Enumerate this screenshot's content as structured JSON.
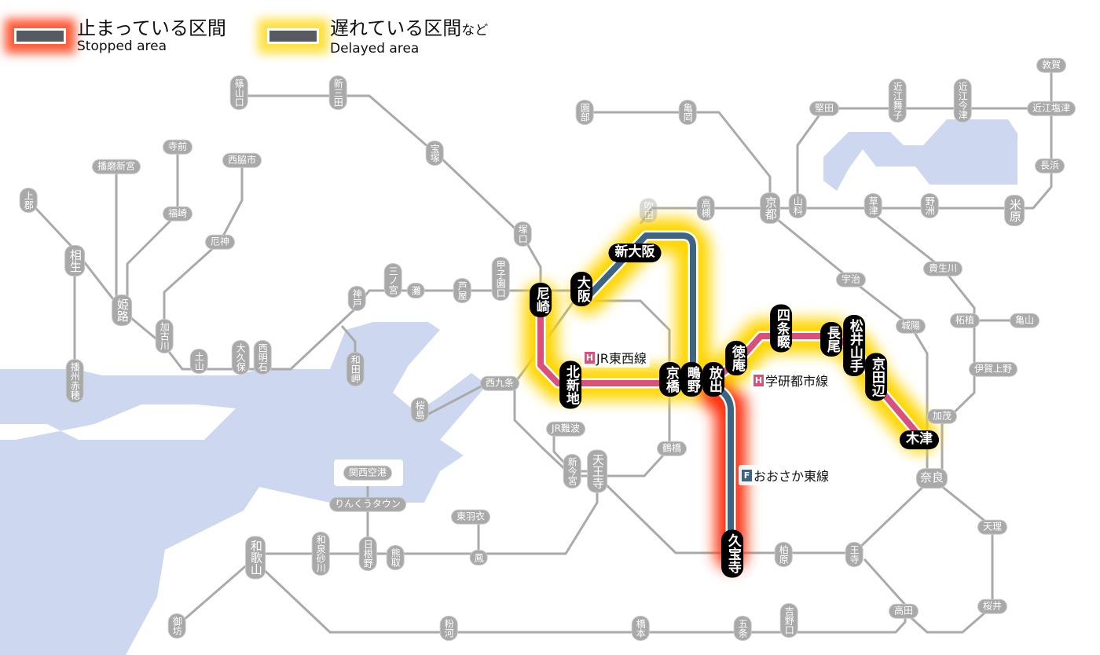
{
  "legend": {
    "stopped": {
      "ja": "止まっている区間",
      "en": "Stopped area",
      "color": "#ff3a14"
    },
    "delayed": {
      "ja": "遅れている区間",
      "ja_suffix": "など",
      "en": "Delayed area",
      "color": "#ffd700"
    }
  },
  "lines": {
    "tozai": {
      "badge": "H",
      "name": "JR東西線",
      "color": "#d9517a"
    },
    "gakken": {
      "badge": "H",
      "name": "学研都市線",
      "color": "#d9517a"
    },
    "osakahigashi": {
      "badge": "F",
      "name": "おおさか東線",
      "color": "#3d6480"
    }
  },
  "stations": {
    "sasayamaguchi": "篠山口",
    "shinsanda": "新三田",
    "takarazuka": "宝塚",
    "tsukaguchi": "塚口",
    "amagasaki": "尼崎",
    "osaka": "大阪",
    "shinosaka": "新大阪",
    "suita": "吹田",
    "takatsuki": "高槻",
    "sonobe": "園部",
    "kameoka": "亀岡",
    "kyoto": "京都",
    "yamashina": "山科",
    "katata": "堅田",
    "omimaiko": "近江舞子",
    "omiimazu": "近江今津",
    "tsuruga": "敦賀",
    "omishiotsu": "近江塩津",
    "nagahama": "長浜",
    "maibara": "米原",
    "kusatsu": "草津",
    "yasu": "野洲",
    "uji": "宇治",
    "joyo": "城陽",
    "kibukawa": "貴生川",
    "tsuge": "柘植",
    "kameyama": "亀山",
    "igaueno": "伊賀上野",
    "kamo": "加茂",
    "kizu": "木津",
    "nara": "奈良",
    "tenri": "天理",
    "sakurai": "桜井",
    "takada": "高田",
    "oji": "王寺",
    "kashiwara": "柏原",
    "kyuhoji": "久宝寺",
    "shijonawate": "四条畷",
    "nagao": "長尾",
    "matsuiyamate": "松井山手",
    "kyotanabe": "京田辺",
    "tokuan": "徳庵",
    "hanaten": "放出",
    "shigino": "鴫野",
    "kyobashi": "京橋",
    "kitashinchi": "北新地",
    "nishikujo": "西九条",
    "sakurajima": "桜島",
    "jrnamba": "JR難波",
    "shinimamiya": "新今宮",
    "tennoji": "天王寺",
    "tsuruhashi": "鶴橋",
    "kansaiairport": "関西空港",
    "rinkutown": "りんくうタウン",
    "higashihagoromo": "東羽衣",
    "otori": "鳳",
    "kumatori": "熊取",
    "hineno": "日根野",
    "izumisunagawa": "和泉砂川",
    "wakayama": "和歌山",
    "gobo": "御坊",
    "kokawa": "粉河",
    "hashimoto": "橋本",
    "gojo": "五条",
    "yoshinoguchi": "吉野口",
    "kamigori": "上郡",
    "aioi": "相生",
    "banshuako": "播州赤穂",
    "himeji": "姫路",
    "harimashingu": "播磨新宮",
    "teramae": "寺前",
    "fukusaki": "福崎",
    "nishiwakishi": "西脇市",
    "yakujin": "厄神",
    "kakogawa": "加古川",
    "tsuchiyama": "土山",
    "okubo": "大久保",
    "nishiakashi": "西明石",
    "kobe": "神戸",
    "wadamisaki": "和田岬",
    "sannomiya": "三ノ宮",
    "nada": "灘",
    "ashiya": "芦屋",
    "koshienguchi": "甲子園口"
  }
}
